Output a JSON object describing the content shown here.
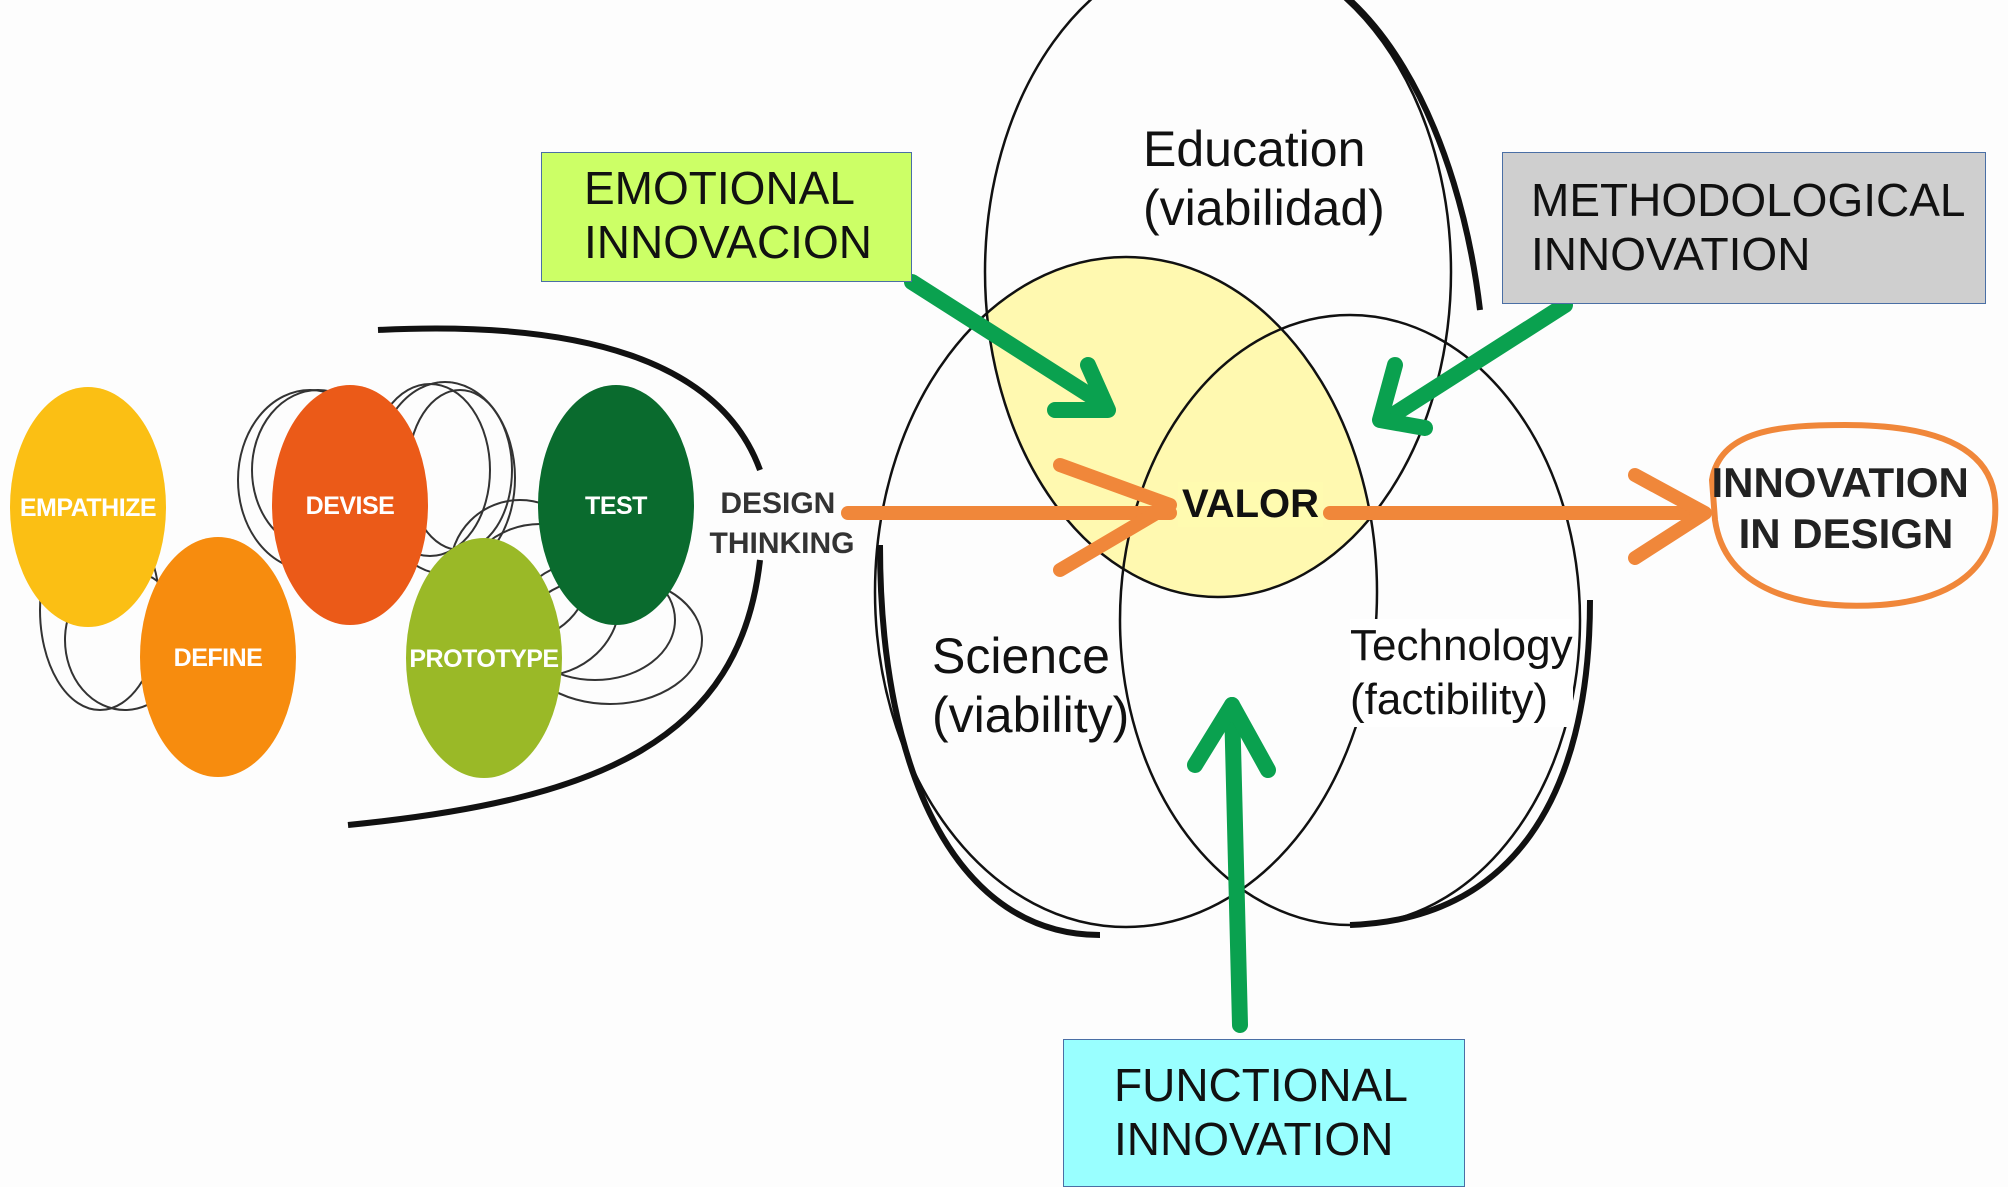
{
  "design_thinking": {
    "stages": [
      "EMPATHIZE",
      "DEFINE",
      "DEVISE",
      "PROTOTYPE",
      "TEST"
    ],
    "label_line1": "DESIGN",
    "label_line2": "THINKING",
    "colors": {
      "empathize": "#fbbf14",
      "define": "#f78c0e",
      "devise": "#eb5a18",
      "prototype": "#9ab927",
      "test": "#0a6b2e"
    }
  },
  "venn": {
    "education": "Education\n(viabilidad)",
    "science": "Science\n(viability)",
    "technology": "Technology\n(factibility)",
    "center": "VALOR",
    "center_color": "#fff9b0"
  },
  "boxes": {
    "emotional": "EMOTIONAL\nINNOVACION",
    "methodological": "METHODOLOGICAL\nINNOVATION",
    "functional": "FUNCTIONAL\nINNOVATION"
  },
  "outcome": {
    "line1": "INNOVATION",
    "line2": "IN DESIGN"
  },
  "colors": {
    "arrow_green": "#0aa14f",
    "arrow_orange": "#f0873a",
    "emotional_bg": "#ccff66",
    "methodological_bg": "#cfcfcf",
    "functional_bg": "#99ffff"
  }
}
